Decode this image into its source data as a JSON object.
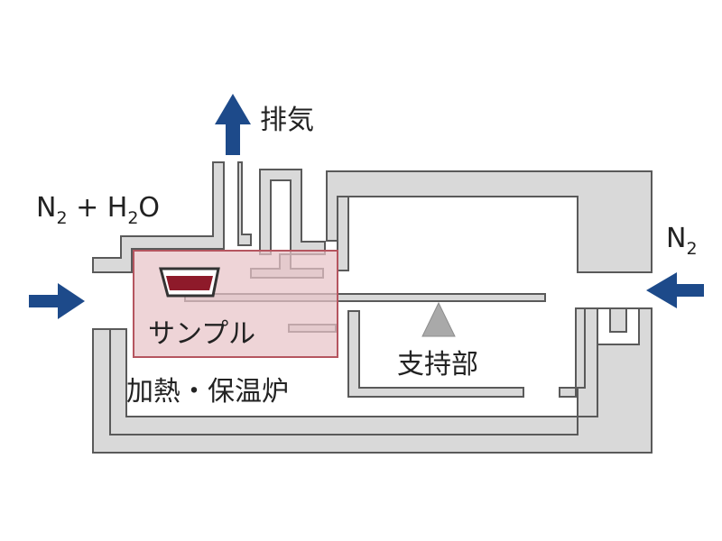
{
  "labels": {
    "exhaust": "排気",
    "inlet_left": {
      "main1": "N",
      "sub1": "2",
      "main2": " + H",
      "sub2": "2",
      "main3": "O"
    },
    "inlet_right": {
      "main": "N",
      "sub": "2"
    },
    "sample": "サンプル",
    "support": "支持部",
    "furnace": "加熱・保温炉"
  },
  "colors": {
    "wall_fill": "#d9d9d9",
    "wall_stroke": "#5a5a5a",
    "arrow": "#1d4a8a",
    "heater_fill": "#e8c4c8",
    "heater_stroke": "#b5555f",
    "sample_liquid": "#8e1a2a",
    "support": "#a9a9a9",
    "text": "#222222"
  }
}
